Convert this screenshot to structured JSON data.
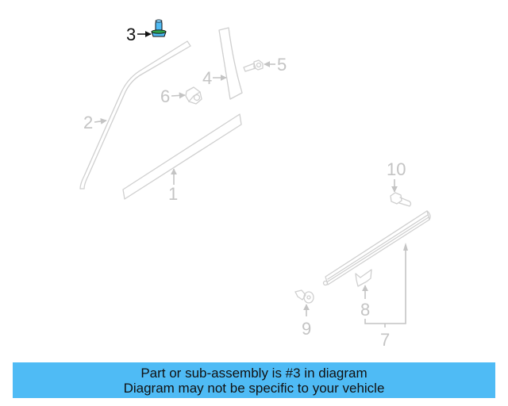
{
  "diagram": {
    "highlight_color": "#4fbbf5",
    "line_color": "#cfcfcf",
    "callouts": [
      {
        "number": "1",
        "part": "door-belt-molding-lower"
      },
      {
        "number": "2",
        "part": "window-frame-molding"
      },
      {
        "number": "3",
        "part": "clip",
        "highlighted": true
      },
      {
        "number": "4",
        "part": "pillar-garnish"
      },
      {
        "number": "5",
        "part": "bolt"
      },
      {
        "number": "6",
        "part": "nut"
      },
      {
        "number": "7",
        "part": "rocker-molding-assembly"
      },
      {
        "number": "8",
        "part": "retainer-clip"
      },
      {
        "number": "9",
        "part": "fastener"
      },
      {
        "number": "10",
        "part": "screw"
      }
    ],
    "labels": {
      "c1": "1",
      "c2": "2",
      "c3": "3",
      "c4": "4",
      "c5": "5",
      "c6": "6",
      "c7": "7",
      "c8": "8",
      "c9": "9",
      "c10": "10"
    }
  },
  "banner": {
    "line1": "Part or sub-assembly is #3 in diagram",
    "line2": "Diagram may not be specific to your vehicle",
    "background": "#4fbbf5"
  }
}
